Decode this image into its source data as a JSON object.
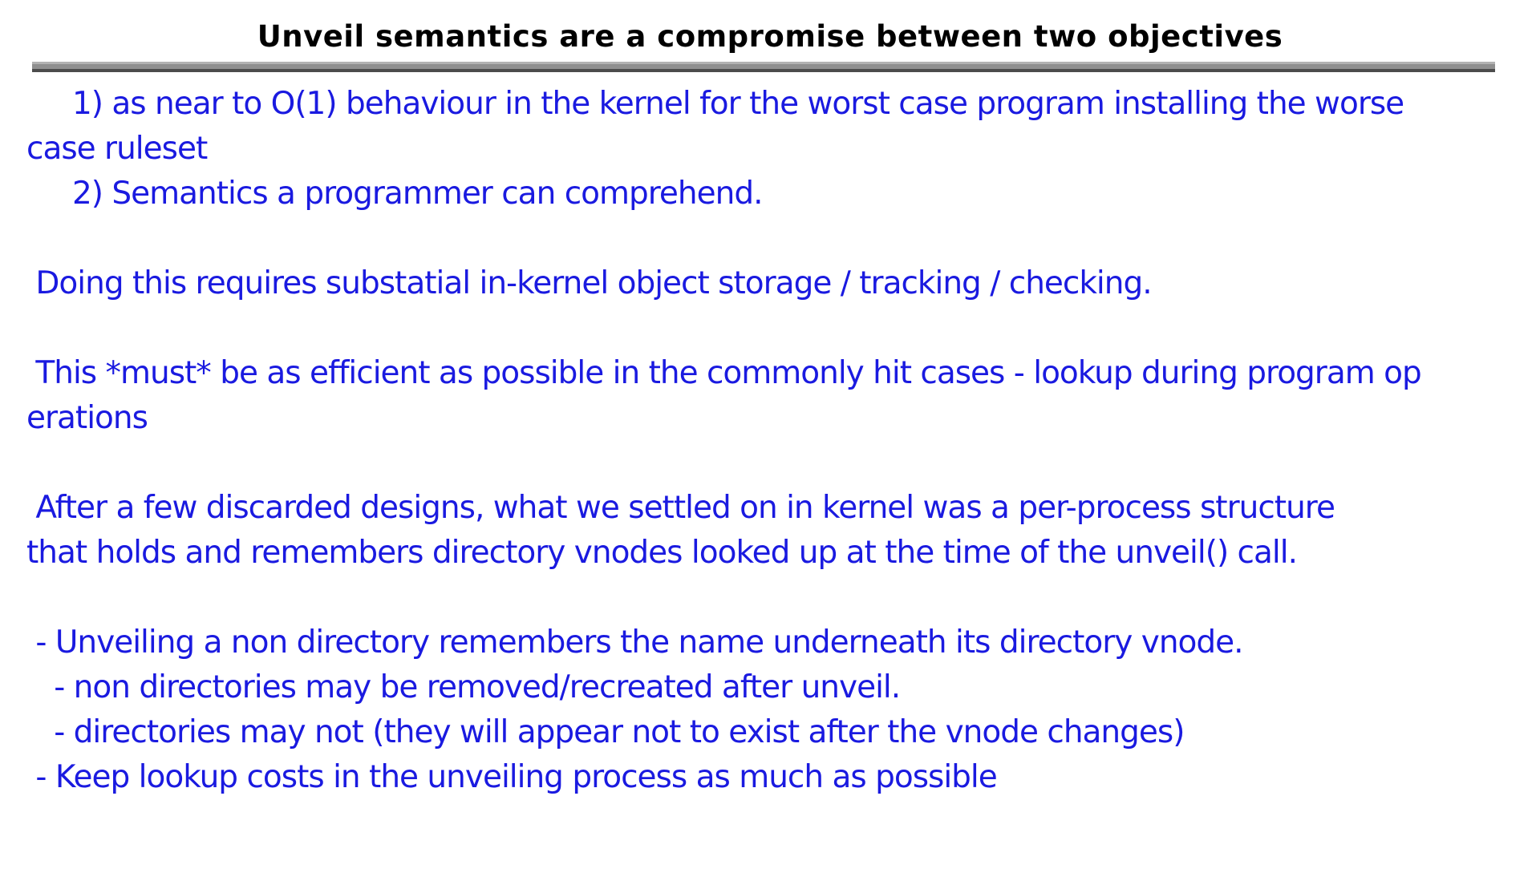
{
  "slide": {
    "title": "Unveil semantics are a compromise between two objectives",
    "lines": [
      "     1) as near to O(1) behaviour in the kernel for the worst case program installing the worse",
      "case ruleset",
      "     2) Semantics a programmer can comprehend.",
      "",
      " Doing this requires substatial in-kernel object storage / tracking / checking.",
      "",
      " This *must* be as efficient as possible in the commonly hit cases - lookup during program op",
      "erations",
      "",
      " After a few discarded designs, what we settled on in kernel was a per-process structure",
      "that holds and remembers directory vnodes looked up at the time of the unveil() call.",
      "",
      " - Unveiling a non directory remembers the name underneath its directory vnode.",
      "   - non directories may be removed/recreated after unveil.",
      "   - directories may not (they will appear not to exist after the vnode changes)",
      " - Keep lookup costs in the unveiling process as much as possible"
    ],
    "colors": {
      "background": "#ffffff",
      "title_text": "#000000",
      "body_text": "#1a1ae0",
      "rule_light": "#b2b2b2",
      "rule_gray": "#8f8f8f",
      "rule_dark": "#4c4c4c"
    }
  }
}
